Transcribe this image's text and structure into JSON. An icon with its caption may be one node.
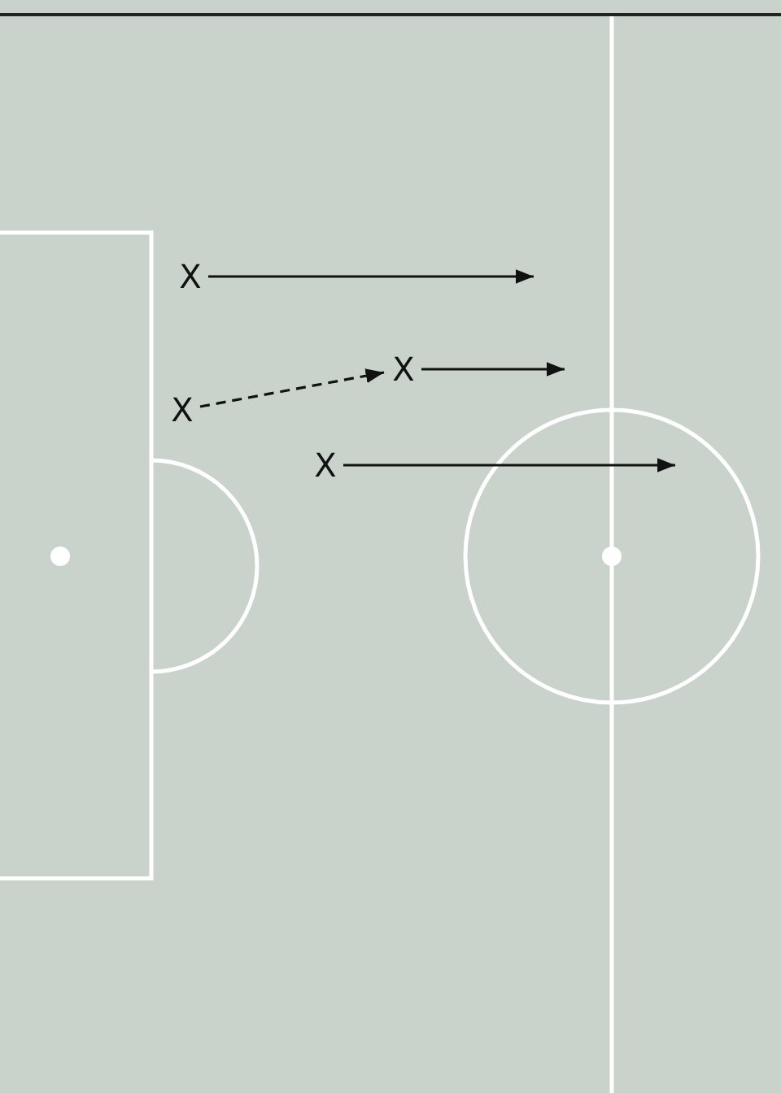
{
  "diagram": {
    "nodes": [
      {
        "text": [
          "X"
        ]
      },
      {
        "text": [
          "X"
        ]
      },
      {
        "text": [
          "X"
        ]
      },
      {
        "text": [
          "X"
        ]
      }
    ],
    "edges": [
      {
        "from": 0,
        "to": null,
        "arrow": "to"
      },
      {
        "from": 1,
        "to": 2,
        "arrow": "to",
        "style": "dashed"
      },
      {
        "from": 2,
        "to": null,
        "arrow": "to"
      },
      {
        "from": 3,
        "to": null,
        "arrow": "to"
      }
    ]
  }
}
